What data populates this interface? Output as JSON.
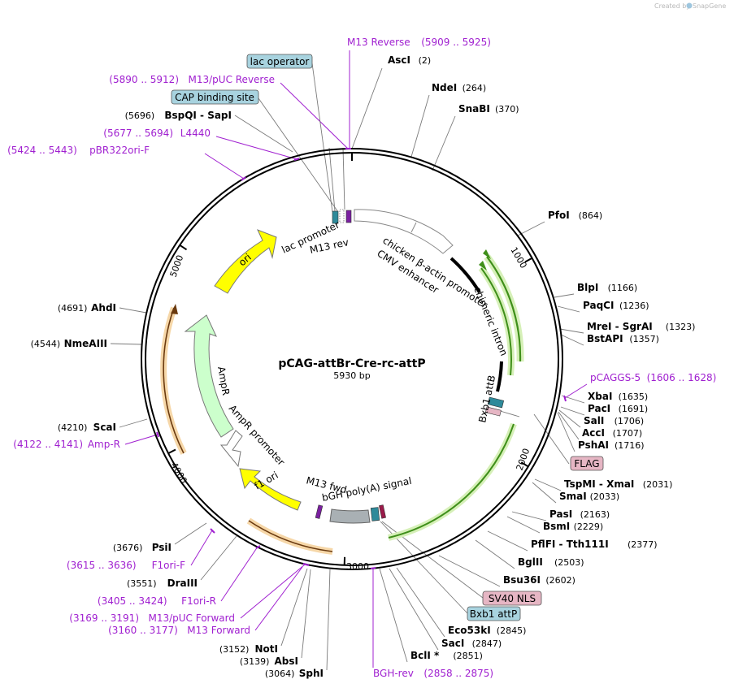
{
  "credit": {
    "prefix": "Created by",
    "brand": "SnapGene"
  },
  "plasmid": {
    "name": "pCAG-attBr-Cre-rc-attP",
    "length_label": "5930 bp"
  },
  "ticks": [
    "1000",
    "2000",
    "3000",
    "4000",
    "5000"
  ],
  "enzymes": [
    {
      "name": "AscI",
      "pos": "(2)"
    },
    {
      "name": "NdeI",
      "pos": "(264)"
    },
    {
      "name": "SnaBI",
      "pos": "(370)"
    },
    {
      "name": "PfoI",
      "pos": "(864)"
    },
    {
      "name": "BlpI",
      "pos": "(1166)"
    },
    {
      "name": "PaqCI",
      "pos": "(1236)"
    },
    {
      "name": "MreI - SgrAI",
      "pos": "(1323)"
    },
    {
      "name": "BstAPI",
      "pos": "(1357)"
    },
    {
      "name": "XbaI",
      "pos": "(1635)"
    },
    {
      "name": "PacI",
      "pos": "(1691)"
    },
    {
      "name": "SalI",
      "pos": "(1706)"
    },
    {
      "name": "AccI",
      "pos": "(1707)"
    },
    {
      "name": "PshAI",
      "pos": "(1716)"
    },
    {
      "name": "TspMI - XmaI",
      "pos": "(2031)"
    },
    {
      "name": "SmaI",
      "pos": "(2033)"
    },
    {
      "name": "PasI",
      "pos": "(2163)"
    },
    {
      "name": "BsmI",
      "pos": "(2229)"
    },
    {
      "name": "PflFI - Tth111I",
      "pos": "(2377)"
    },
    {
      "name": "BglII",
      "pos": "(2503)"
    },
    {
      "name": "Bsu36I",
      "pos": "(2602)"
    },
    {
      "name": "Eco53kI",
      "pos": "(2845)"
    },
    {
      "name": "SacI",
      "pos": "(2847)"
    },
    {
      "name": "BclI *",
      "pos": "(2851)"
    },
    {
      "name": "SphI",
      "pos": "(3064)"
    },
    {
      "name": "AbsI",
      "pos": "(3139)"
    },
    {
      "name": "NotI",
      "pos": "(3152)"
    },
    {
      "name": "DraIII",
      "pos": "(3551)"
    },
    {
      "name": "PsiI",
      "pos": "(3676)"
    },
    {
      "name": "ScaI",
      "pos": "(4210)"
    },
    {
      "name": "NmeAIII",
      "pos": "(4544)"
    },
    {
      "name": "AhdI",
      "pos": "(4691)"
    },
    {
      "name": "BspQI - SapI",
      "pos": "(5696)"
    }
  ],
  "primers": [
    {
      "name": "M13 Reverse",
      "range": "(5909 .. 5925)"
    },
    {
      "name": "M13/pUC Reverse",
      "range": "(5890 .. 5912)"
    },
    {
      "name": "L4440",
      "range": "(5677 .. 5694)"
    },
    {
      "name": "pBR322ori-F",
      "range": "(5424 .. 5443)"
    },
    {
      "name": "pCAGGS-5",
      "range": "(1606 .. 1628)"
    },
    {
      "name": "Amp-R",
      "range": "(4122 .. 4141)"
    },
    {
      "name": "F1ori-F",
      "range": "(3615 .. 3636)"
    },
    {
      "name": "F1ori-R",
      "range": "(3405 .. 3424)"
    },
    {
      "name": "M13/pUC Forward",
      "range": "(3169 .. 3191)"
    },
    {
      "name": "M13 Forward",
      "range": "(3160 .. 3177)"
    },
    {
      "name": "BGH-rev",
      "range": "(2858 .. 2875)"
    }
  ],
  "boxed": [
    {
      "name": "lac operator",
      "color": "#a8d3df"
    },
    {
      "name": "CAP binding site",
      "color": "#a8d3df"
    },
    {
      "name": "FLAG",
      "color": "#e6b6c4"
    },
    {
      "name": "SV40 NLS",
      "color": "#e6b6c4"
    },
    {
      "name": "Bxb1 attP",
      "color": "#a8d3df"
    }
  ],
  "features": [
    {
      "name": "lac promoter"
    },
    {
      "name": "M13 rev"
    },
    {
      "name": "chicken β-actin promoter"
    },
    {
      "name": "CMV enhancer"
    },
    {
      "name": "chimeric intron"
    },
    {
      "name": "Bxb1 attB"
    },
    {
      "name": "ori"
    },
    {
      "name": "AmpR"
    },
    {
      "name": "AmpR promoter"
    },
    {
      "name": "f1 ori"
    },
    {
      "name": "M13 fwd"
    },
    {
      "name": "bGH poly(A) signal"
    }
  ],
  "colors": {
    "backbone": "#000000",
    "ori": "#ffff00",
    "ampr": "#ccffcc",
    "promoter_green": "#5a9a1a",
    "orange_track": "#e8a040",
    "primer": "#a020d0",
    "teal": "#2e8a9a"
  }
}
